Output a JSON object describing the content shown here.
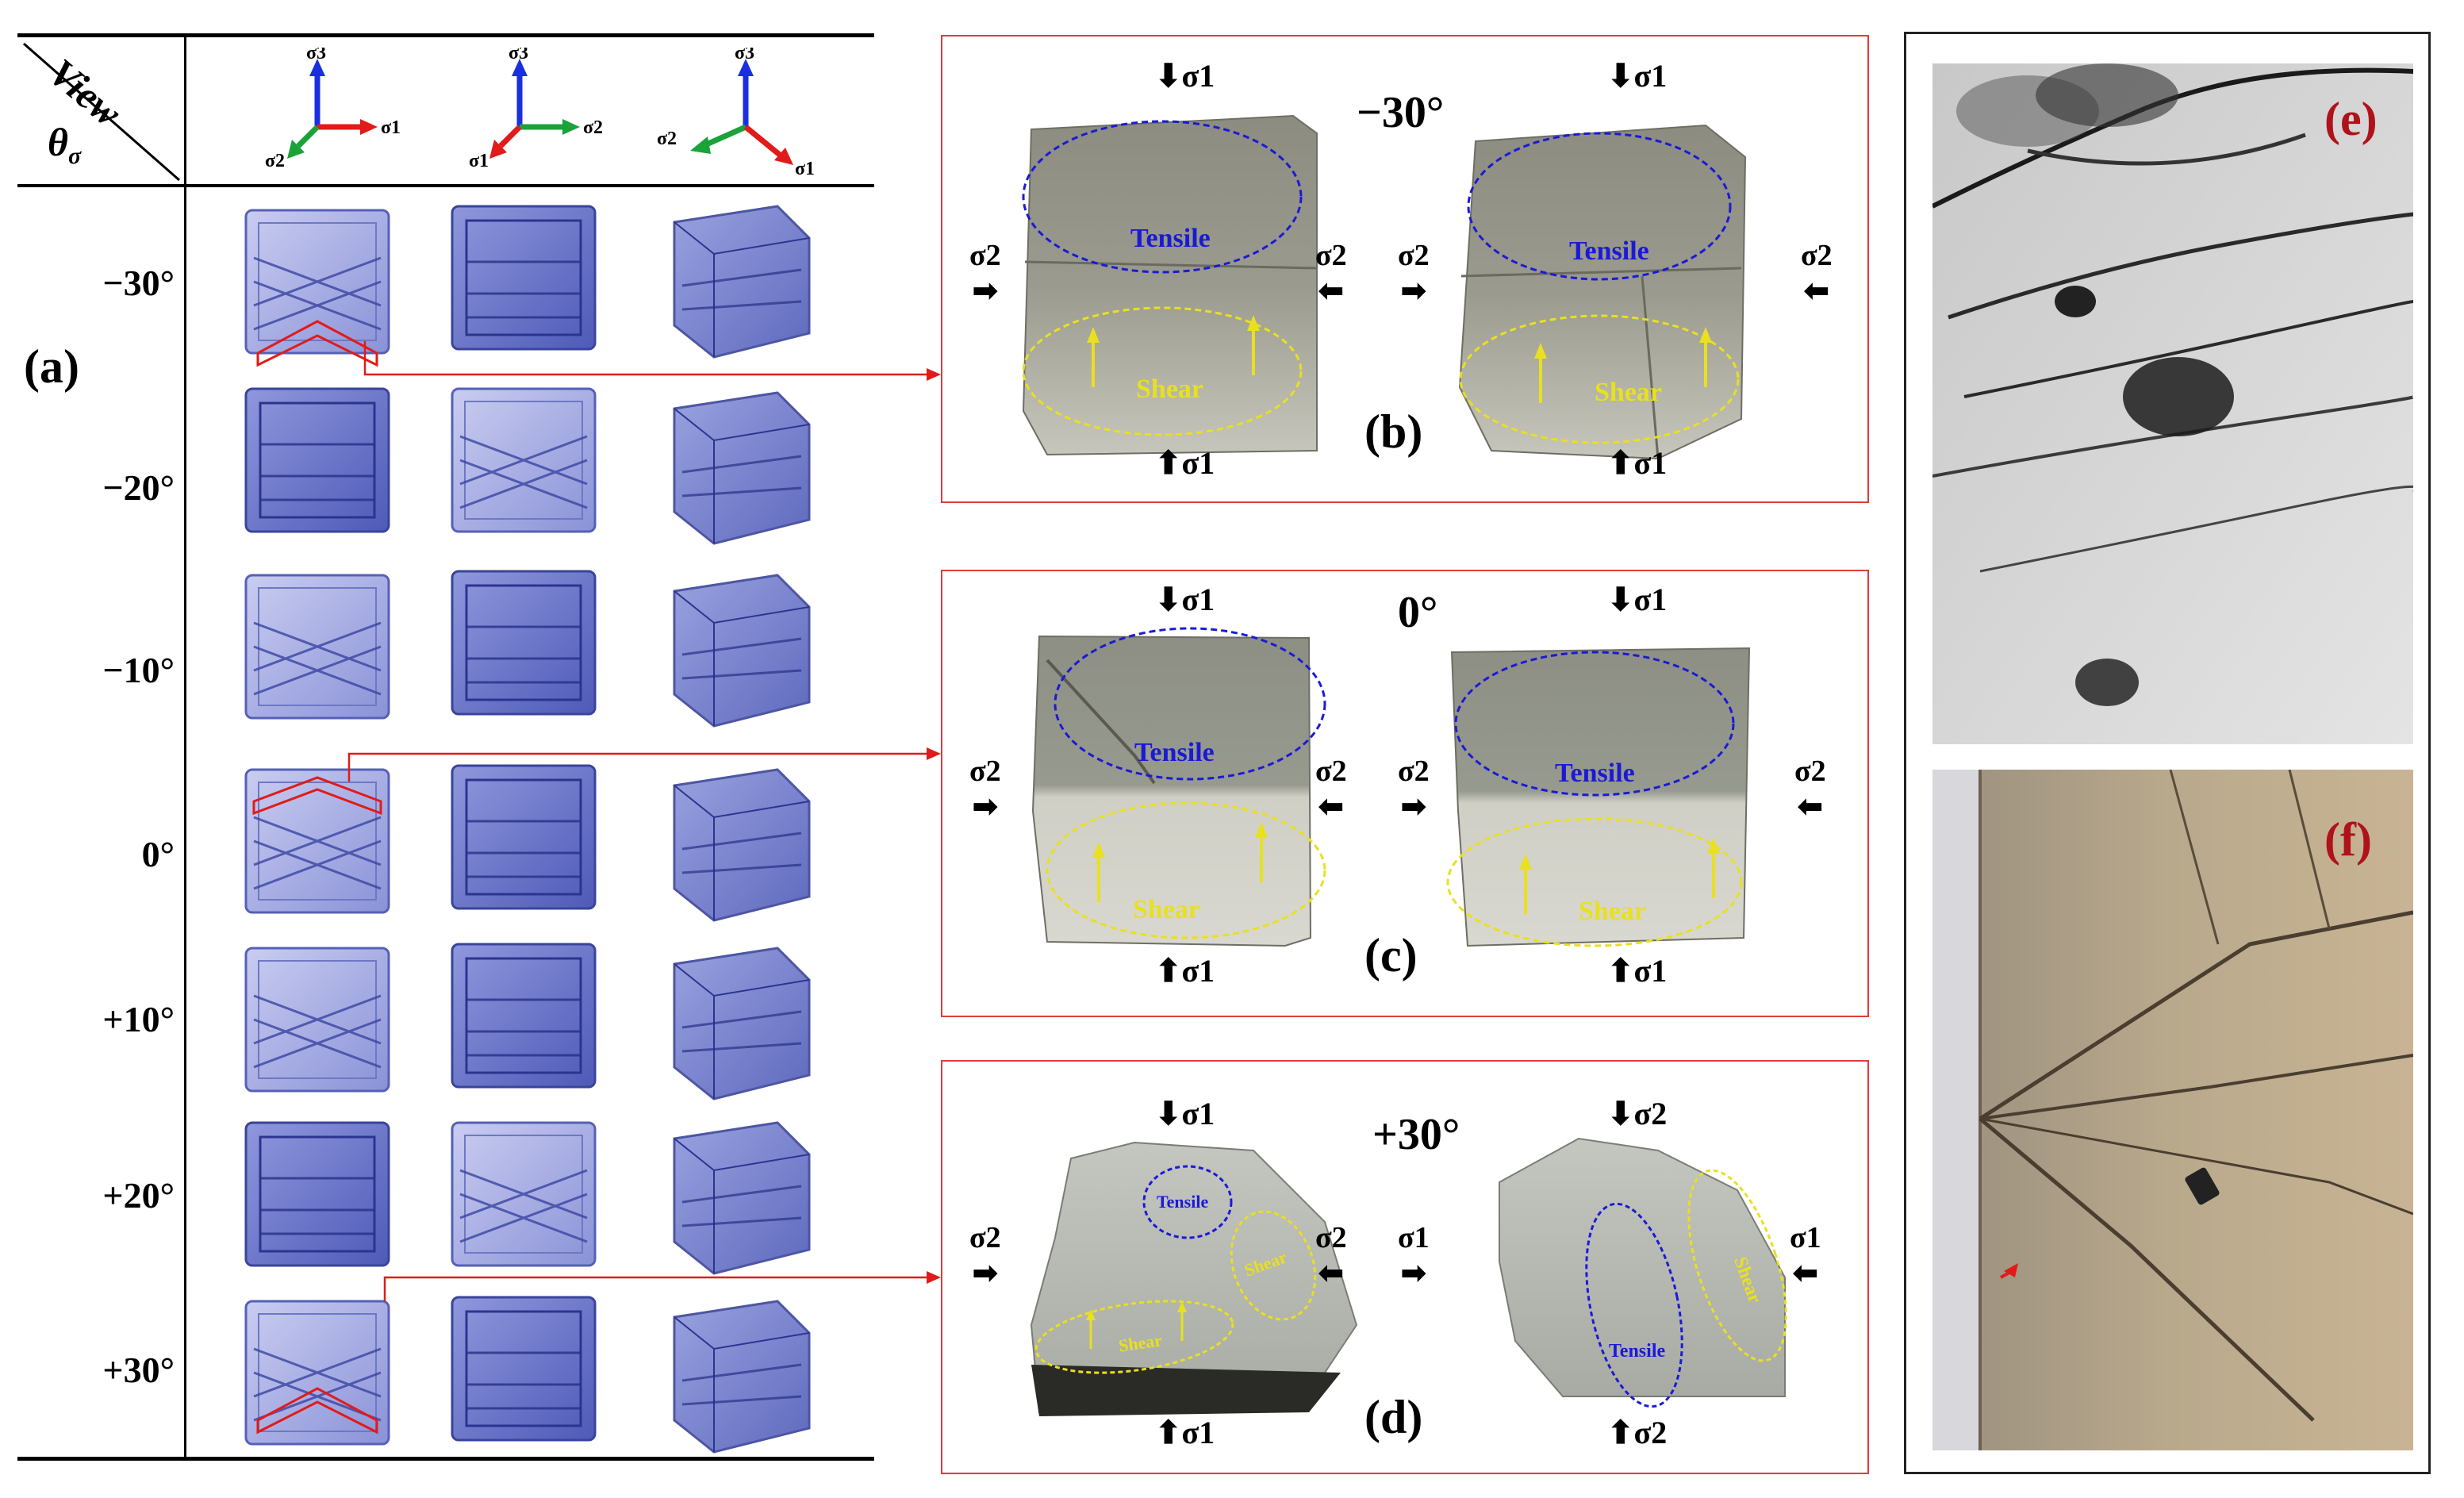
{
  "header": {
    "view_label": "View",
    "theta_label": "θσ",
    "theta_main": "θ",
    "theta_sub": "σ",
    "axis_views": [
      {
        "up": "σ3",
        "right": "σ1",
        "diag": "σ2"
      },
      {
        "up": "σ3",
        "right": "σ2",
        "diag": "σ1"
      },
      {
        "up": "σ3",
        "left": "σ2",
        "diag": "σ1"
      }
    ]
  },
  "panel_a": {
    "label": "(a)",
    "rows": [
      "−30°",
      "−20°",
      "−10°",
      "0°",
      "+10°",
      "+20°",
      "+30°"
    ]
  },
  "panel_b": {
    "label": "(b)",
    "angle": "−30°",
    "top": "σ1",
    "bottom": "σ1",
    "left": "σ2",
    "right": "σ2",
    "tensile": "Tensile",
    "shear": "Shear"
  },
  "panel_c": {
    "label": "(c)",
    "angle": "0°",
    "top": "σ1",
    "bottom": "σ1",
    "left": "σ2",
    "right": "σ2",
    "tensile": "Tensile",
    "shear": "Shear"
  },
  "panel_d": {
    "label": "(d)",
    "angle": "+30°",
    "left_top": "σ1",
    "left_bottom": "σ1",
    "left_left": "σ2",
    "left_right": "σ2",
    "right_top": "σ2",
    "right_bottom": "σ2",
    "right_left": "σ1",
    "right_right": "σ1",
    "tensile": "Tensile",
    "shear": "Shear"
  },
  "panel_e": {
    "label": "(e)"
  },
  "panel_f": {
    "label": "(f)"
  },
  "colors": {
    "panel_border": "#e23b3b",
    "tensile": "#1a1ad6",
    "shear": "#e8e020",
    "label_red": "#b0121a",
    "axis_red": "#e11b1b",
    "axis_green": "#1aa33a",
    "axis_blue": "#1a2fe0"
  }
}
